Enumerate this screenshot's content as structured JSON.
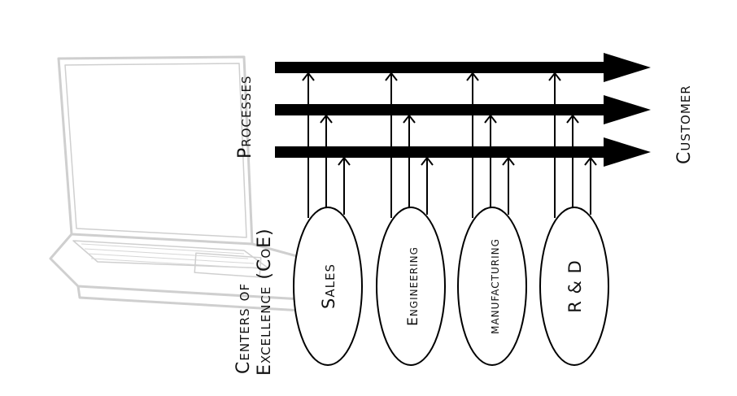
{
  "diagram": {
    "processes_label": "Processes",
    "customer_label": "Customer",
    "coe_label_line1": "Centers of",
    "coe_label_line2": "Excellence (CoE)",
    "centers": [
      "Sales",
      "Engineering",
      "manufacturing",
      "R & D"
    ],
    "process_count": 3,
    "colors": {
      "ink": "#000000",
      "laptop_sketch": "#c9c9c9",
      "background": "#ffffff"
    },
    "background_icon": "laptop-sketch"
  }
}
